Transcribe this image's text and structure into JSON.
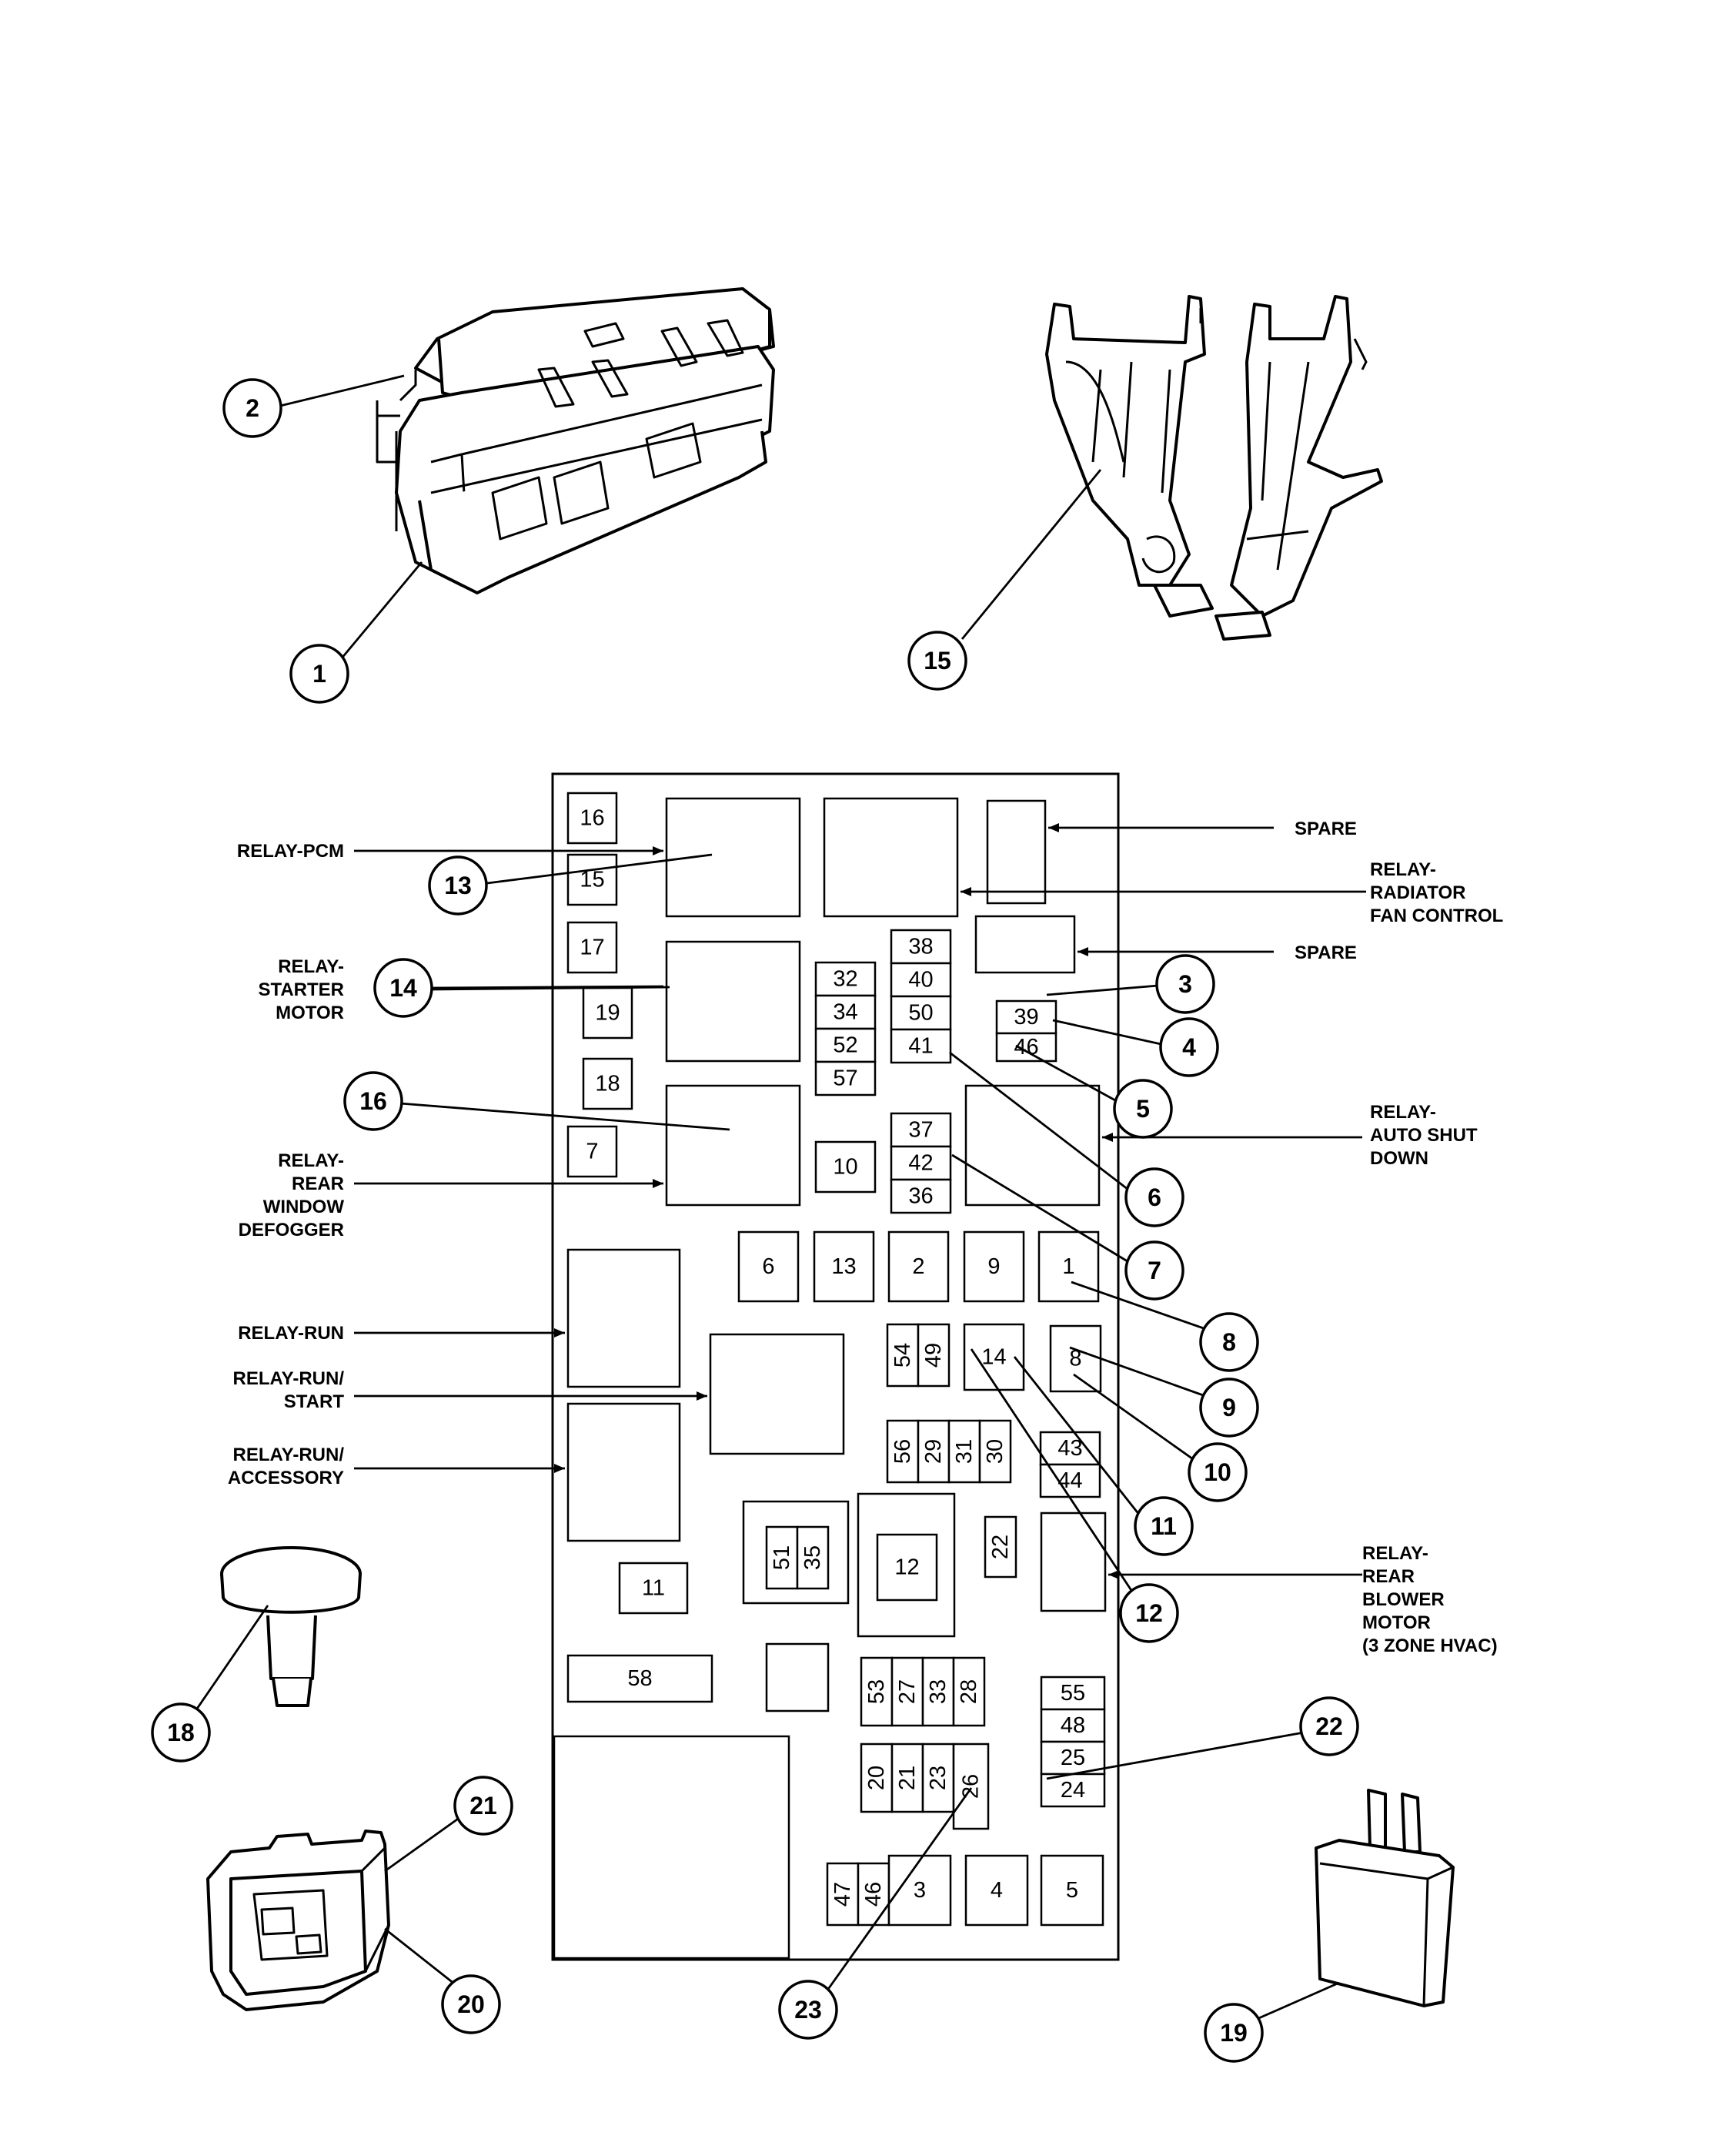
{
  "relay_labels": {
    "relay_pcm": "RELAY-PCM",
    "relay_starter": [
      "RELAY-",
      "STARTER",
      "MOTOR"
    ],
    "relay_rear_defogger": [
      "RELAY-",
      "REAR",
      "WINDOW",
      "DEFOGGER"
    ],
    "relay_run": "RELAY-RUN",
    "relay_run_start": [
      "RELAY-RUN/",
      "START"
    ],
    "relay_run_accessory": [
      "RELAY-RUN/",
      "ACCESSORY"
    ],
    "spare_top": "SPARE",
    "relay_radiator": [
      "RELAY-",
      "RADIATOR",
      "FAN CONTROL"
    ],
    "spare_mid": "SPARE",
    "relay_asd": [
      "RELAY-",
      "AUTO SHUT",
      "DOWN"
    ],
    "relay_blower": [
      "RELAY-",
      "REAR",
      "BLOWER",
      "MOTOR",
      "(3 ZONE HVAC)"
    ]
  },
  "callouts": [
    "1",
    "2",
    "3",
    "4",
    "5",
    "6",
    "7",
    "8",
    "9",
    "10",
    "11",
    "12",
    "13",
    "14",
    "15",
    "16",
    "18",
    "19",
    "20",
    "21",
    "22",
    "23"
  ],
  "fuse_numbers": {
    "f16": "16",
    "f15": "15",
    "f17": "17",
    "f19": "19",
    "f18": "18",
    "f7": "7",
    "f32": "32",
    "f34": "34",
    "f52": "52",
    "f57": "57",
    "f38": "38",
    "f40": "40",
    "f50": "50",
    "f41": "41",
    "f37": "37",
    "f42": "42",
    "f36": "36",
    "f10": "10",
    "f39": "39",
    "f46": "46",
    "f6": "6",
    "f13": "13",
    "f2": "2",
    "f9": "9",
    "f1": "1",
    "f54": "54",
    "f49": "49",
    "f14": "14",
    "f8": "8",
    "f56": "56",
    "f29": "29",
    "f31": "31",
    "f30": "30",
    "f43": "43",
    "f44": "44",
    "f51": "51",
    "f35": "35",
    "f12": "12",
    "f22": "22",
    "f11": "11",
    "f58": "58",
    "f53": "53",
    "f27": "27",
    "f33": "33",
    "f28": "28",
    "f55": "55",
    "f48": "48",
    "f25": "25",
    "f24": "24",
    "f20": "20",
    "f21": "21",
    "f23": "23",
    "f26": "26",
    "f47": "47",
    "f46b": "46",
    "f3": "3",
    "f4": "4",
    "f5": "5"
  }
}
